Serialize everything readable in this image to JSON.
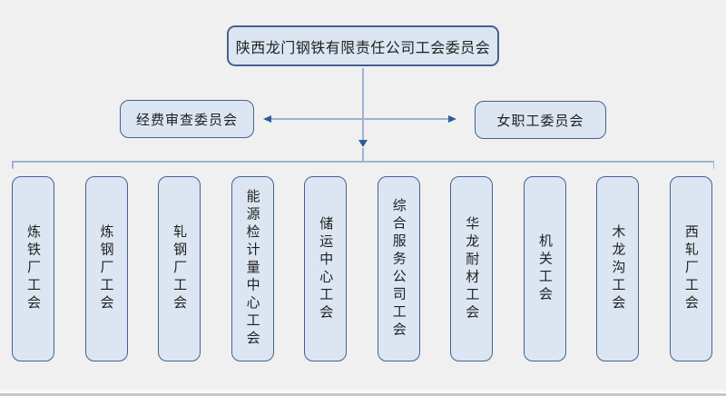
{
  "org": {
    "root": "陕西龙门钢铁有限责任公司工会委员会",
    "committees": [
      "经费审查委员会",
      "女职工委员会"
    ],
    "unions": [
      "炼铁厂工会",
      "炼钢厂工会",
      "轧钢厂工会",
      "能源检计量中心工会",
      "储运中心工会",
      "综合服务公司工会",
      "华龙耐材工会",
      "机关工会",
      "木龙沟工会",
      "西轧厂工会"
    ]
  },
  "colors": {
    "background": "#f0f0f1",
    "node_fill": "#dce6f3",
    "node_border": "#45628f",
    "connector_line": "#9fb2cf",
    "arrowhead": "#2e5b9b",
    "text": "#1f1f1f"
  }
}
